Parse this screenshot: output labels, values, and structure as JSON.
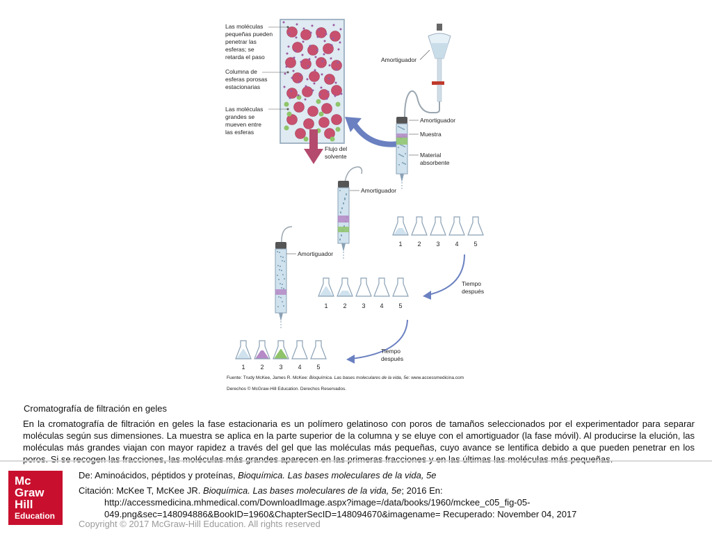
{
  "figure": {
    "labels": {
      "small_molecules": [
        "Las moléculas",
        "pequeñas pueden",
        "penetrar las",
        "esferas; se",
        "retarda el paso"
      ],
      "bead_column": [
        "Columna de",
        "esferas porosas",
        "estacionarias"
      ],
      "large_molecules": [
        "Las moléculas",
        "grandes se",
        "mueven entre",
        "las esferas"
      ],
      "solvent_flow": [
        "Flujo del",
        "solvente"
      ],
      "buffer": "Amortiguador",
      "sample": "Muestra",
      "absorbent": [
        "Material",
        "absorbente"
      ],
      "time_later": [
        "Tiempo",
        "después"
      ]
    },
    "flask_numbers": [
      "1",
      "2",
      "3",
      "4",
      "5"
    ],
    "source": [
      "Fuente: Trudy McKee, James R. McKee: ",
      "Bioquímica. Las bases moleculares de la vida, 5e",
      ": www.accessmedicina.com",
      "Derechos © McGraw-Hill Education. Derechos Reservados."
    ],
    "colors": {
      "large_molecule": "#c8506e",
      "small_molecule": "#8fc46a",
      "solvent_arrow": "#b44a6e",
      "blue_arrow": "#6a80c0",
      "column_fill": "#cfe2ee"
    }
  },
  "caption": {
    "title": "Cromatografía de filtración en geles",
    "body": "En la cromatografía de filtración en geles la fase estacionaria es un polímero gelatinoso con poros de tamaños seleccionados por el experimentador para separar moléculas según sus dimensiones. La muestra se aplica en la parte superior de la columna y se eluye con el amortiguador (la fase móvil). Al producirse la elución, las moléculas más grandes viajan con mayor rapidez a través del gel que las moléculas más pequeñas, cuyo avance se lentifica debido a que pueden penetrar en los poros. Si se recogen las fracciones, las moléculas más grandes aparecen en las primeras fracciones y en las últimas las moléculas más pequeñas."
  },
  "logo": {
    "line1": "Mc",
    "line2": "Graw",
    "line3": "Hill",
    "line4": "Education"
  },
  "citation": {
    "from": "De: Aminoácidos, péptidos y proteínas, ",
    "from_book": "Bioquímica. Las bases moleculares de la vida, 5e",
    "label": "Citación: McKee T, McKee JR. ",
    "book": "Bioquímica. Las bases moleculares de la vida, 5e",
    "rest": "; 2016 En:",
    "url": "http://accessmedicina.mhmedical.com/DownloadImage.aspx?image=/data/books/1960/mckee_c05_fig-05-049.png&sec=148094886&BookID=1960&ChapterSecID=148094670&imagename= Recuperado: November 04, 2017"
  },
  "copyright": "Copyright © 2017 McGraw-Hill Education. All rights reserved"
}
